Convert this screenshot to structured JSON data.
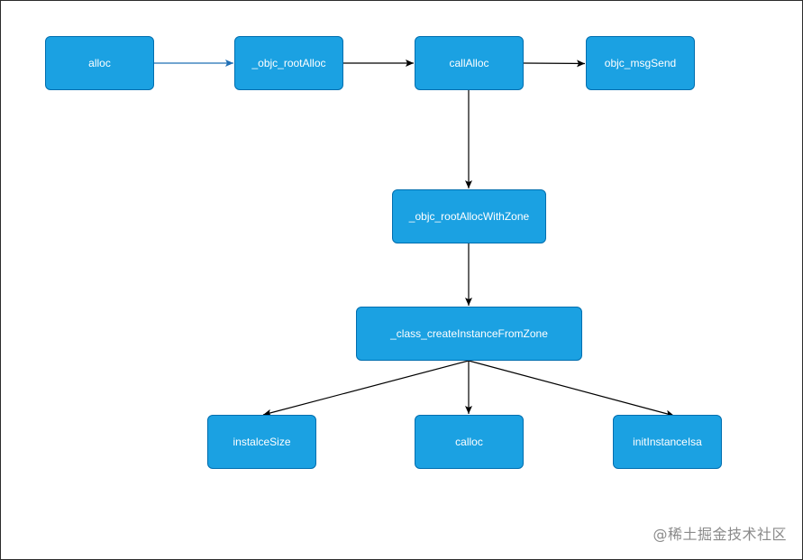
{
  "diagram": {
    "nodes": {
      "alloc": "alloc",
      "objc_rootAlloc": "_objc_rootAlloc",
      "callAlloc": "callAlloc",
      "objc_msgSend": "objc_msgSend",
      "objc_rootAllocWithZone": "_objc_rootAllocWithZone",
      "class_createInstanceFromZone": "_class_createInstanceFromZone",
      "instaIceSize": "instalceSize",
      "calloc": "calloc",
      "initInstanceIsa": "initInstanceIsa"
    },
    "colors": {
      "node_fill": "#1ba1e2",
      "node_border": "#006eaf",
      "node_text": "#ffffff",
      "arrow_default": "#000000",
      "arrow_first": "#1f6fb5"
    }
  },
  "watermark": "@稀土掘金技术社区"
}
